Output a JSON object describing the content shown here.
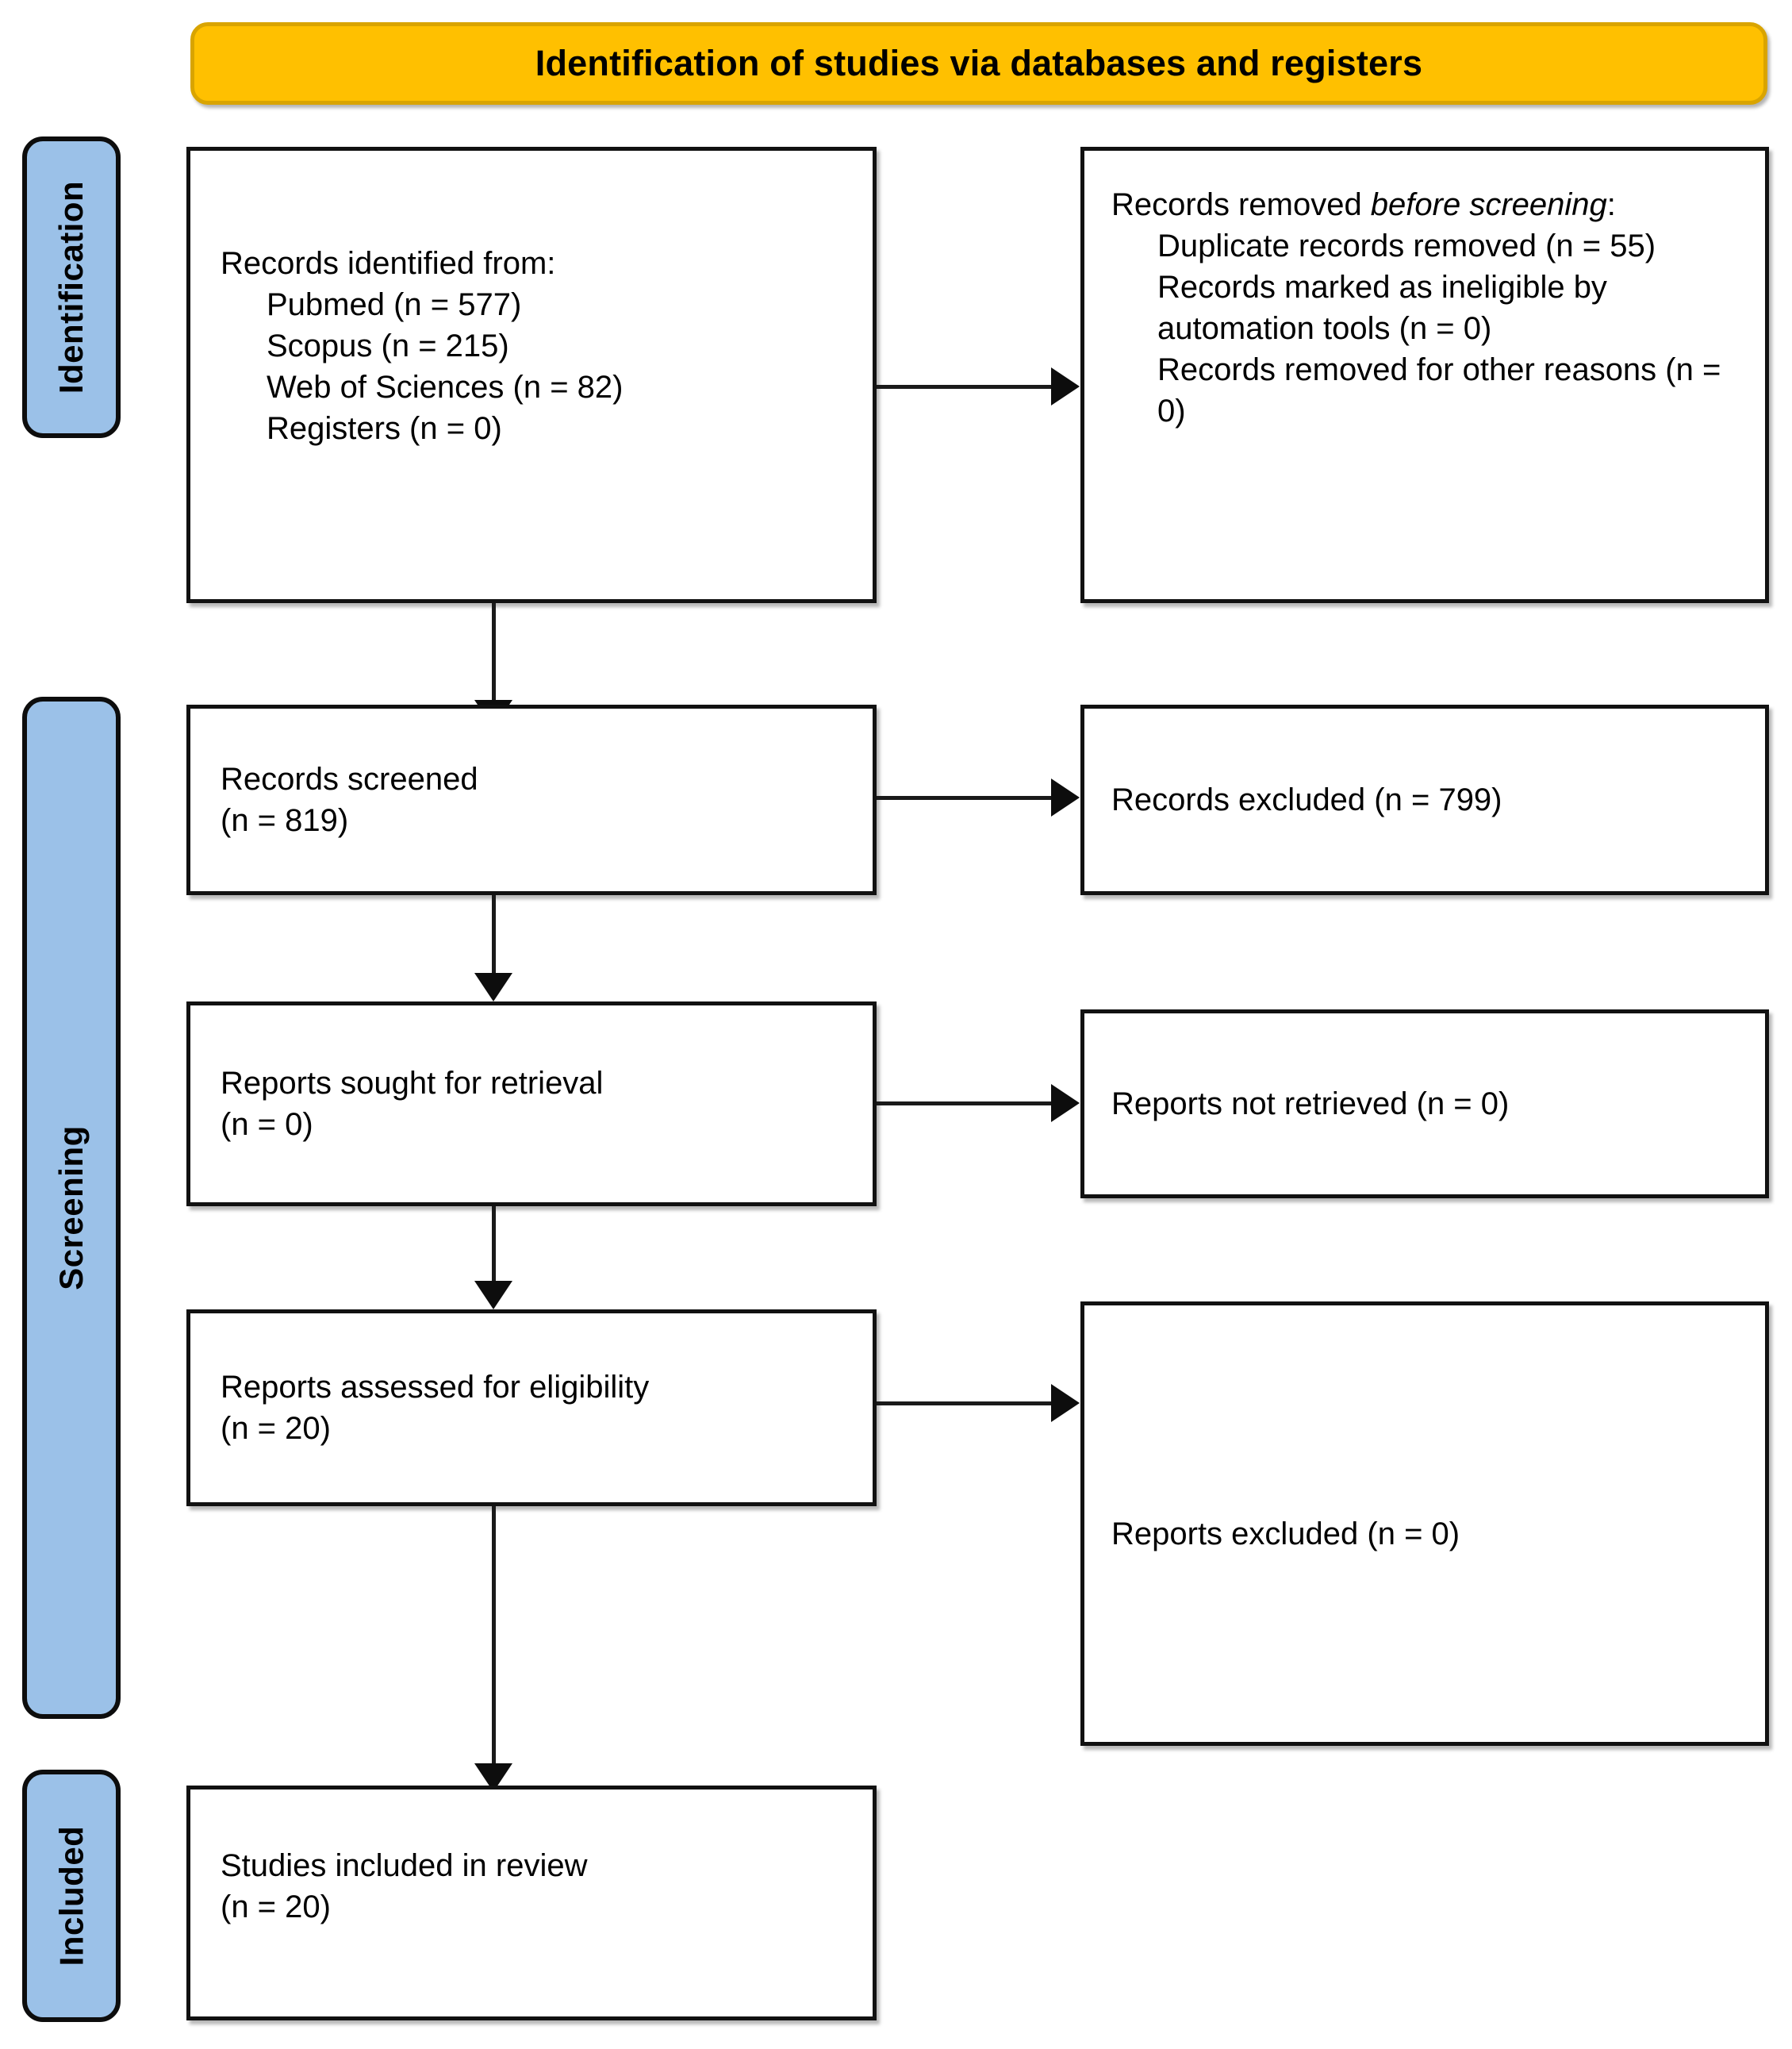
{
  "diagram": {
    "title": "Identification of studies via databases and registers",
    "type": "PRISMA 2020 flow diagram"
  },
  "phases": [
    {
      "id": "identification",
      "label": "Identification"
    },
    {
      "id": "screening",
      "label": "Screening"
    },
    {
      "id": "included",
      "label": "Included"
    }
  ],
  "boxes": {
    "records_identified": {
      "heading": "Records identified from:",
      "items": [
        "Pubmed (n = 577)",
        "Scopus (n = 215)",
        "Web of Sciences (n = 82)",
        "Registers (n = 0)"
      ]
    },
    "records_removed": {
      "heading_plain": "Records removed ",
      "heading_italic": "before screening",
      "heading_suffix": ":",
      "items": [
        "Duplicate records removed (n = 55)",
        "Records marked as ineligible by automation tools (n = 0)",
        "Records removed for other reasons (n = 0)"
      ]
    },
    "records_screened": {
      "line1": "Records screened",
      "line2": "(n = 819)"
    },
    "records_excluded": {
      "line1": "Records excluded (n = 799)"
    },
    "reports_sought": {
      "line1": "Reports sought for retrieval",
      "line2": "(n = 0)"
    },
    "reports_not_retrieved": {
      "line1": "Reports not retrieved (n = 0)"
    },
    "reports_assessed": {
      "line1": "Reports assessed for eligibility",
      "line2": "(n = 20)"
    },
    "reports_excluded": {
      "line1": "Reports excluded (n = 0)"
    },
    "studies_included": {
      "line1": "Studies included in review",
      "line2": "(n = 20)"
    }
  },
  "colors": {
    "banner_fill": "#FFC000",
    "banner_border": "#D9A400",
    "phase_fill": "#9BC1E8",
    "phase_border": "#0d0d0d",
    "box_border": "#111111",
    "connector": "#1a1a1a",
    "text": "#000000",
    "page_background": "#ffffff"
  },
  "chart_data": {
    "type": "flowchart",
    "title": "Identification of studies via databases and registers",
    "nodes": [
      {
        "id": "records_identified",
        "phase": "Identification",
        "side": "left",
        "counts": {
          "Pubmed": 577,
          "Scopus": 215,
          "Web of Sciences": 82,
          "Registers": 0
        }
      },
      {
        "id": "records_removed",
        "phase": "Identification",
        "side": "right",
        "counts": {
          "Duplicate records removed": 55,
          "Records marked as ineligible by automation tools": 0,
          "Records removed for other reasons": 0
        }
      },
      {
        "id": "records_screened",
        "phase": "Screening",
        "side": "left",
        "counts": {
          "n": 819
        }
      },
      {
        "id": "records_excluded",
        "phase": "Screening",
        "side": "right",
        "counts": {
          "n": 799
        }
      },
      {
        "id": "reports_sought",
        "phase": "Screening",
        "side": "left",
        "counts": {
          "n": 0
        }
      },
      {
        "id": "reports_not_retrieved",
        "phase": "Screening",
        "side": "right",
        "counts": {
          "n": 0
        }
      },
      {
        "id": "reports_assessed",
        "phase": "Screening",
        "side": "left",
        "counts": {
          "n": 20
        }
      },
      {
        "id": "reports_excluded",
        "phase": "Screening",
        "side": "right",
        "counts": {
          "n": 0
        }
      },
      {
        "id": "studies_included",
        "phase": "Included",
        "side": "left",
        "counts": {
          "n": 20
        }
      }
    ],
    "edges": [
      {
        "from": "records_identified",
        "to": "records_removed",
        "direction": "right"
      },
      {
        "from": "records_identified",
        "to": "records_screened",
        "direction": "down"
      },
      {
        "from": "records_screened",
        "to": "records_excluded",
        "direction": "right"
      },
      {
        "from": "records_screened",
        "to": "reports_sought",
        "direction": "down"
      },
      {
        "from": "reports_sought",
        "to": "reports_not_retrieved",
        "direction": "right"
      },
      {
        "from": "reports_sought",
        "to": "reports_assessed",
        "direction": "down"
      },
      {
        "from": "reports_assessed",
        "to": "reports_excluded",
        "direction": "right"
      },
      {
        "from": "reports_assessed",
        "to": "studies_included",
        "direction": "down"
      }
    ]
  }
}
